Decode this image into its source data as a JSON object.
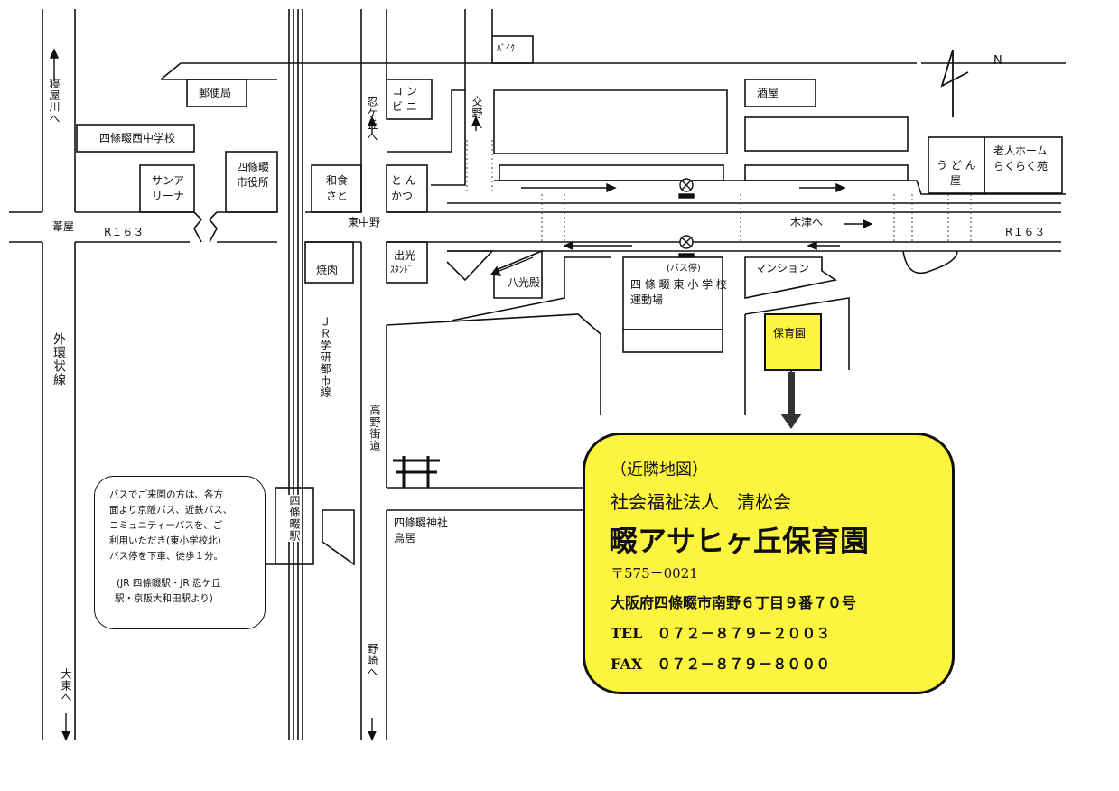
{
  "labels": {
    "bike": "ﾊﾞｲｸ",
    "post_office": "郵便局",
    "konbini_1": "コ ン",
    "konbini_2": "ビ ニ",
    "sakaya": "酒屋",
    "north": "N",
    "neyagawa": "寝屋川へ",
    "shinobugaoka": "忍ケ丘へ",
    "kouya": "交野へ",
    "nishi_jhs": "四條畷西中学校",
    "sun_arena_1": "サンア",
    "sun_arena_2": "リーナ",
    "city_hall_1": "四條畷",
    "city_hall_2": "市役所",
    "washoku_1": "和食",
    "washoku_2": "さと",
    "tonkatsu_1": "と ん",
    "tonkatsu_2": "かつ",
    "udon_1": "う ど ん",
    "udon_2": "屋",
    "rakuraku_1": "老人ホーム",
    "rakuraku_2": "らくらく苑",
    "fukiya": "葦屋",
    "r163_left": "R１６３",
    "higashinakano": "東中野",
    "kizu": "木津へ",
    "r163_right": "R１６３",
    "yakiniku": "焼肉",
    "idemitsu_1": "出光",
    "idemitsu_2": "ｽﾀﾝﾄﾞ",
    "bus_stop": "(バス停)",
    "mansion": "マンション",
    "hakkouden": "八光殿",
    "higashi_es_1": "四 條 畷 東 小 学 校",
    "higashi_es_2": "運動場",
    "hoikuen": "保育園",
    "gaikan": "外環状線",
    "jr_line": "ＪＲ学研都市線",
    "koya_kaido": "高野街道",
    "station": "四條畷駅",
    "shrine_1": "四條畷神社",
    "shrine_2": "鳥居",
    "nozaki": "野崎へ",
    "daito": "大東へ"
  },
  "note": {
    "lines": [
      "バスでご来園の方は、各方",
      "面より京阪バス、近鉄バス、",
      "コミュニティーバスを、ご",
      "利用いただき(東小学校北)",
      "バス停を下車、徒歩１分。",
      "(JR 四條畷駅・JR 忍ケ丘",
      "駅・京阪大和田駅より)"
    ]
  },
  "info": {
    "heading": "（近隣地図）",
    "corp": "社会福祉法人　清松会",
    "name": "畷アサヒヶ丘保育園",
    "postal": "〒575－0021",
    "address": "大阪府四條畷市南野６丁目９番７０号",
    "tel": "TEL　０７２－８７９－２００３",
    "fax": "FAX　０７２－８７９－８０００"
  },
  "colors": {
    "highlight": "#fdf43f",
    "line": "#111111"
  }
}
